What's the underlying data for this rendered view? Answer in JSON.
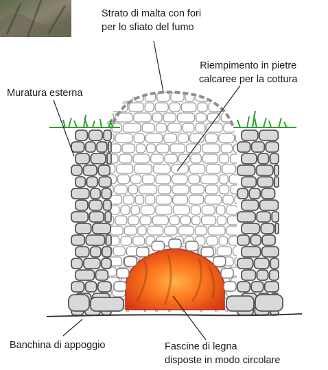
{
  "labels": {
    "mortar_layer": [
      "Strato di malta con fori",
      "per lo sfiato del fumo"
    ],
    "limestone_fill": [
      "Riempimento in pietre",
      "calcaree per la cottura"
    ],
    "outer_wall": [
      "Muratura esterna"
    ],
    "base_ledge": [
      "Banchina di appoggio"
    ],
    "firewood": [
      "Fascine di legna",
      "disposte in modo circolare"
    ]
  },
  "colors": {
    "stone_fill": "#d9d9d9",
    "stone_stroke": "#555555",
    "limestone_fill": "#ffffff",
    "limestone_stroke": "#9a9a9a",
    "grass": "#2f9e2f",
    "fire_outer": "#e6451a",
    "fire_inner": "#ff9a2e",
    "ground": "#333333"
  },
  "photo_icon": "rock-photo-thumbnail"
}
